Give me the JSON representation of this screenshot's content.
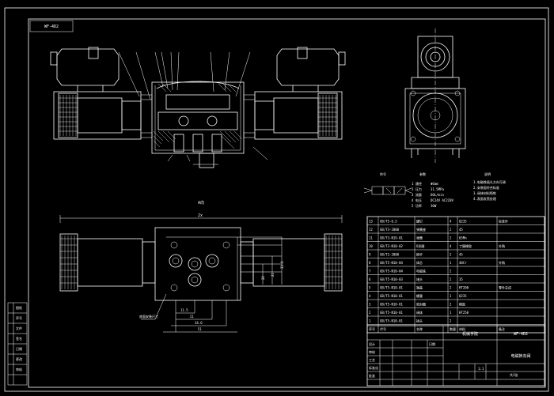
{
  "drawing_code": "WF-4D2",
  "view_label": "A向",
  "dim_overall_width": "2x",
  "dims_bottom": [
    "11.5",
    "21",
    "34.6",
    "51"
  ],
  "dims_side": [
    "33.6",
    "21",
    "20"
  ],
  "note_left": "底面安装尺寸",
  "symbol_section": {
    "title": "符号",
    "params_title": "参数",
    "notes_title": "说明",
    "params": [
      "1 通径",
      "2 压力",
      "3 流量",
      "4 电压",
      "5 功率"
    ],
    "values": [
      "Φ6mm",
      "31.5MPa",
      "60L/min",
      "DC24V AC220V",
      "30W"
    ],
    "notes": [
      "1.电磁铁插头方向可调",
      "2.安装面符合标准",
      "3.阀体材料铸铁",
      "4.表面发黑处理"
    ]
  },
  "bom": {
    "headers": [
      "序号",
      "代号",
      "名称",
      "数量",
      "材料",
      "备注"
    ],
    "rows": [
      [
        "13",
        "GB/T5-6.5",
        "螺钉",
        "4",
        "Q235",
        "标准件"
      ],
      [
        "12",
        "GB/T3-2000",
        "弹簧座",
        "2",
        "45",
        ""
      ],
      [
        "11",
        "GB/T3-N19-01",
        "弹簧",
        "2",
        "65Mn",
        ""
      ],
      [
        "10",
        "GB/T3-N18-02",
        "O形圈",
        "4",
        "丁腈橡胶",
        "外购"
      ],
      [
        "9",
        "GB/T2-2000",
        "推杆",
        "2",
        "45",
        ""
      ],
      [
        "8",
        "GB/T5-N10-04",
        "阀芯",
        "1",
        "40Cr",
        "外购"
      ],
      [
        "7",
        "GB/T5-N10-04",
        "电磁铁",
        "2",
        "",
        ""
      ],
      [
        "6",
        "GB/T5-N10-03",
        "堵头",
        "2",
        "35",
        ""
      ],
      [
        "5",
        "GB/T5-N10-01",
        "端盖",
        "2",
        "HT200",
        "零件总成"
      ],
      [
        "4",
        "GB/T5-N10-01",
        "螺塞",
        "1",
        "Q235",
        ""
      ],
      [
        "3",
        "GB/T5-N10-01",
        "密封圈",
        "2",
        "橡胶",
        ""
      ],
      [
        "2",
        "GB/T5-N10-01",
        "阀体",
        "1",
        "HT250",
        ""
      ],
      [
        "1",
        "GB/T5-N10-01",
        "插头",
        "2",
        "",
        ""
      ]
    ]
  },
  "title_block": {
    "name": "电磁换向阀",
    "drawing_no": "WF-4D2",
    "school": "机械学院",
    "scale": "1:1",
    "sheet": "共1张",
    "labels": [
      "设计",
      "审核",
      "工艺",
      "标准化",
      "批准",
      "日期"
    ]
  },
  "left_strip": [
    "图纸",
    "序号",
    "文件",
    "签名",
    "日期",
    "更改",
    "审核"
  ]
}
